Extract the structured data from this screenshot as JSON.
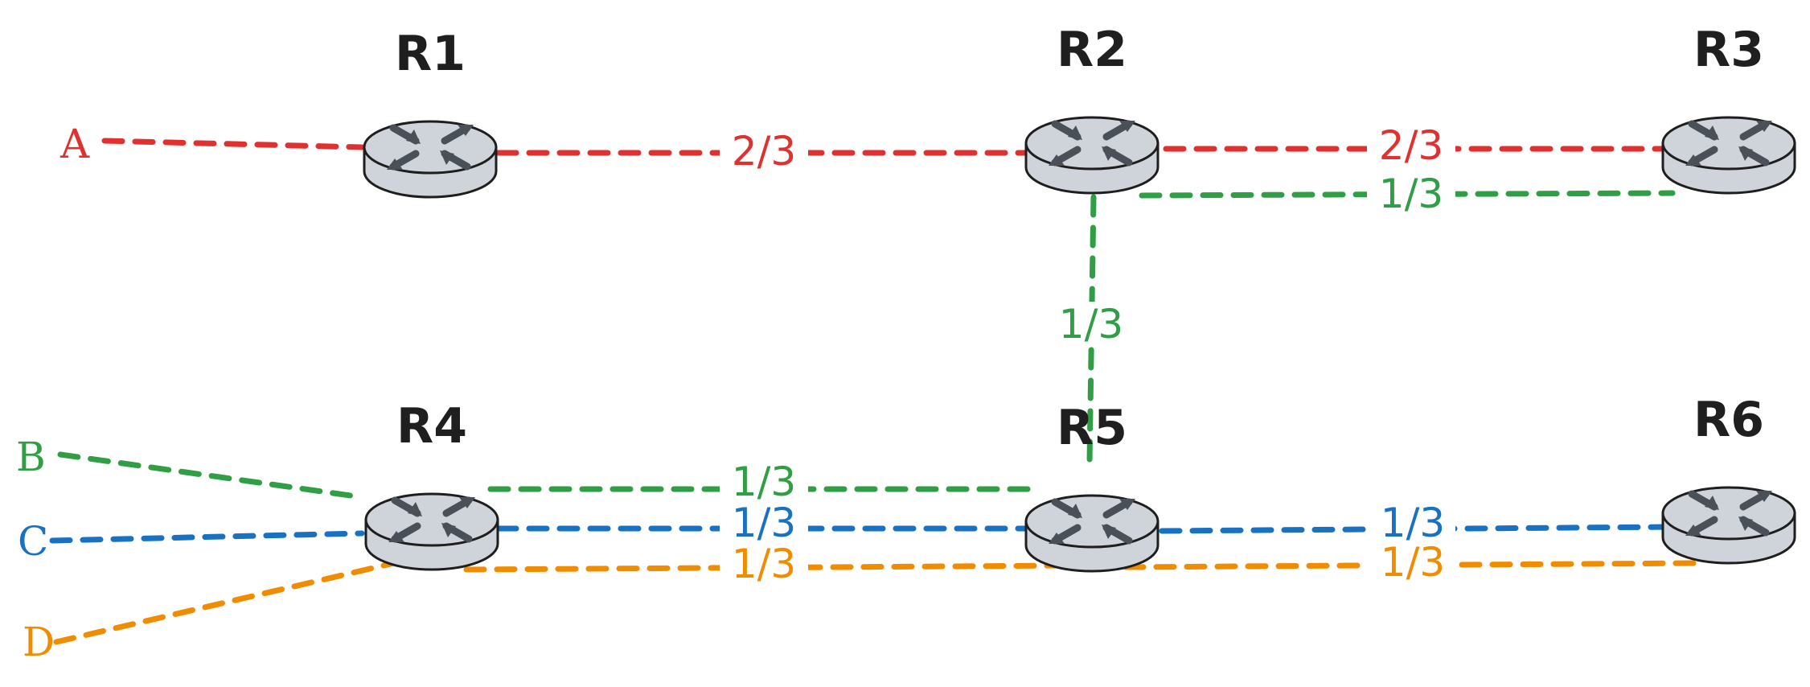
{
  "colors": {
    "red": "#e03131",
    "green": "#2f9e44",
    "blue": "#1971c2",
    "orange": "#f08c00",
    "router_body": "#ced4da",
    "router_outline": "#1e1e1e",
    "router_arrow": "#495057"
  },
  "icon": "router-icon",
  "routers": [
    "R1",
    "R2",
    "R3",
    "R4",
    "R5",
    "R6"
  ],
  "endpoints": [
    "A",
    "B",
    "C",
    "D"
  ],
  "links": {
    "r1_r2": "2/3",
    "r2_r3_red": "2/3",
    "r2_r3_green": "1/3",
    "r2_r5": "1/3",
    "r4_r5_green": "1/3",
    "r4_r5_blue": "1/3",
    "r4_r5_orange": "1/3",
    "r5_r6_blue": "1/3",
    "r5_r6_orange": "1/3"
  }
}
